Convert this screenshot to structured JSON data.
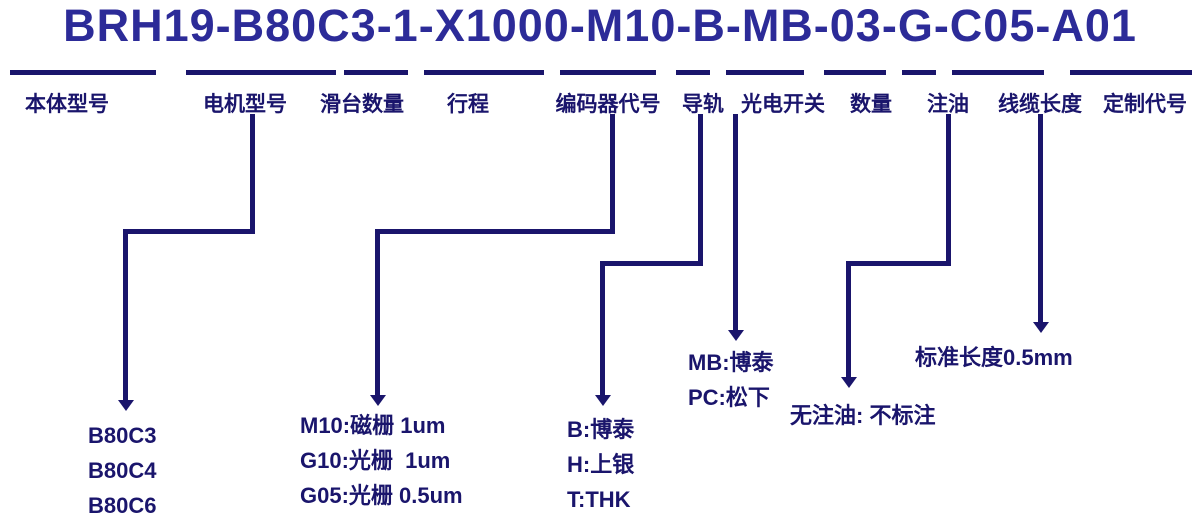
{
  "colors": {
    "title": "#2c2b98",
    "ink": "#1a156c"
  },
  "title_code": "BRH19-B80C3-1-X1000-M10-B-MB-03-G-C05-A01",
  "fields": [
    {
      "label": "本体型号"
    },
    {
      "label": "电机型号"
    },
    {
      "label": "滑台数量"
    },
    {
      "label": "行程"
    },
    {
      "label": "编码器代号"
    },
    {
      "label": "导轨"
    },
    {
      "label": "光电开关"
    },
    {
      "label": "数量"
    },
    {
      "label": "注油"
    },
    {
      "label": "线缆长度"
    },
    {
      "label": "定制代号"
    }
  ],
  "options": {
    "motor_models": [
      "B80C3",
      "B80C4",
      "B80C6"
    ],
    "encoder_codes": [
      "M10:磁栅 1um",
      "G10:光栅  1um",
      "G05:光栅 0.5um"
    ],
    "guide_rails": [
      "B:博泰",
      "H:上银",
      "T:THK"
    ],
    "photo_switches": [
      "MB:博泰",
      "PC:松下"
    ],
    "oil_note": "无注油: 不标注",
    "cable_note": "标准长度0.5mm"
  }
}
